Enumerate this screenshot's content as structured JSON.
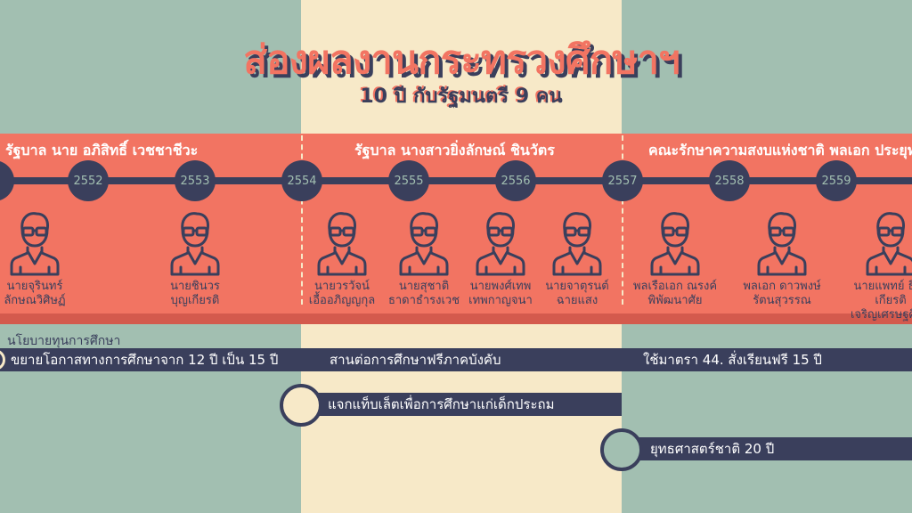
{
  "header": {
    "title": "ส่องผลงานกระทรวงศึกษาฯ",
    "subtitle": "10 ปี กับรัฐมนตรี 9 คน"
  },
  "governments": [
    "รัฐบาล นาย อภิสิทธิ์ เวชชาชีวะ",
    "รัฐบาล นางสาวยิ่งลักษณ์ ชินวัตร",
    "คณะรักษาความสงบแห่งชาติ พลเอก ประยุทธ์"
  ],
  "years": [
    "2552",
    "2553",
    "2554",
    "2555",
    "2556",
    "2557",
    "2558",
    "2559"
  ],
  "ministers": [
    {
      "l1": "นายจุรินทร์",
      "l2": "ลักษณวิศิษฏ์"
    },
    {
      "l1": "นายชินวร",
      "l2": "บุญเกียรติ"
    },
    {
      "l1": "นายวรวัจน์",
      "l2": "เอื้ออภิญญกุล"
    },
    {
      "l1": "นายสุชาติ",
      "l2": "ธาดาธำรงเวช"
    },
    {
      "l1": "นายพงศ์เทพ",
      "l2": "เทพกาญจนา"
    },
    {
      "l1": "นายจาตุรนต์",
      "l2": "ฉายแสง"
    },
    {
      "l1": "พลเรือเอก ณรงค์",
      "l2": "พิพัฒนาศัย"
    },
    {
      "l1": "พลเอก ดาวพงษ์",
      "l2": "รัตนสุวรรณ"
    },
    {
      "l1": "นายแพทย์ ธีระเกียรติ",
      "l2": "เจริญเศรษฐศิลป์"
    }
  ],
  "policy": {
    "label": "นโยบายทุนการศึกษา",
    "row1": [
      "ขยายโอกาสทางการศึกษาจาก 12 ปี เป็น 15 ปี",
      "สานต่อการศึกษาฟรีภาคบังคับ",
      "ใช้มาตรา 44. สั่งเรียนฟรี 15 ปี"
    ],
    "row2": "แจกแท็บเล็ตเพื่อการศึกษาแก่เด็กประถม",
    "row3": "ยุทธศาสตร์ชาติ 20 ปี"
  },
  "colors": {
    "teal": "#a2bfb1",
    "cream": "#f7e9c8",
    "salmon": "#f27462",
    "navy": "#3a3f5c"
  }
}
